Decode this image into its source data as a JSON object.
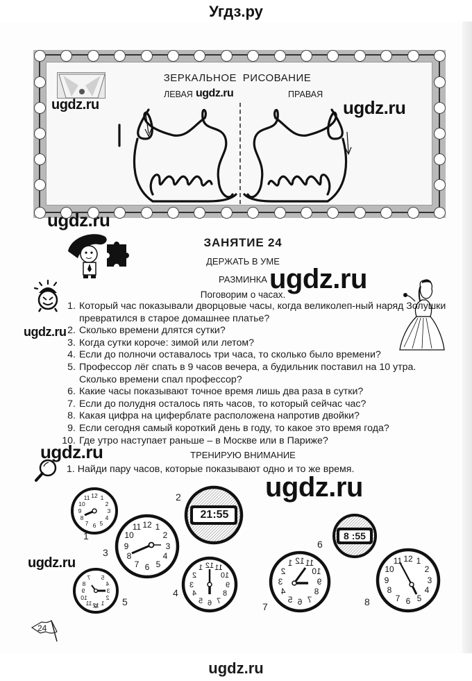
{
  "site_header": {
    "title": "Угдз.ру"
  },
  "watermarks": {
    "text": "ugdz.ru",
    "footer": "ugdz.ru"
  },
  "mirror_drawing": {
    "title_word1": "ЗЕРКАЛЬНОЕ",
    "title_word2": "РИСОВАНИЕ",
    "left_label": "ЛЕВАЯ",
    "right_label": "ПРАВАЯ"
  },
  "lesson": {
    "title": "ЗАНЯТИЕ 24",
    "subtitle": "ДЕРЖАТЬ В УМЕ",
    "warmup_heading": "РАЗМИНКА",
    "intro": "Поговорим о часах.",
    "questions": [
      {
        "num": "1.",
        "text": "Который час показывали дворцовые часы, когда великолеп-ный наряд Золушки превратился в старое домашнее платье?"
      },
      {
        "num": "2.",
        "text": "Сколько времени длятся сутки?"
      },
      {
        "num": "3.",
        "text": "Когда сутки короче: зимой или летом?"
      },
      {
        "num": "4.",
        "text": "Если до полночи оставалось три часа, то сколько было времени?"
      },
      {
        "num": "5.",
        "text": "Профессор лёг спать в 9 часов вечера, а будильник поставил на 10 утра. Сколько времени спал профессор?"
      },
      {
        "num": "6.",
        "text": "Какие часы показывают точное время лишь два раза в сутки?"
      },
      {
        "num": "7.",
        "text": "Если до полудня осталось пять часов, то который сейчас час?"
      },
      {
        "num": "8.",
        "text": "Какая цифра на циферблате расположена напротив двойки?"
      },
      {
        "num": "9.",
        "text": "Если сегодня самый короткий день в году, то какое это время года?"
      },
      {
        "num": "10.",
        "text": "Где утро наступает раньше – в Москве или в Париже?"
      }
    ],
    "attention_heading": "ТРЕНИРУЮ ВНИМАНИЕ",
    "task": "1. Найди пару часов, которые показывают одно и то же время."
  },
  "clocks": [
    {
      "label": "1",
      "type": "analog"
    },
    {
      "label": "2",
      "type": "digital",
      "time": "21:55"
    },
    {
      "label": "3",
      "type": "analog"
    },
    {
      "label": "4",
      "type": "analog-mirrored"
    },
    {
      "label": "5",
      "type": "analog-mirrored"
    },
    {
      "label": "6",
      "type": "digital",
      "time": "8 :55"
    },
    {
      "label": "7",
      "type": "analog-mirrored"
    },
    {
      "label": "8",
      "type": "analog"
    }
  ],
  "page_number": "24",
  "icons": {
    "corner_picture": "mirror-picture-icon",
    "wizard": "wizard-puzzle-icon",
    "alarm_clock": "alarm-clock-icon",
    "princess": "princess-icon",
    "magnifier": "magnifier-icon",
    "page_flag": "flag-icon"
  }
}
